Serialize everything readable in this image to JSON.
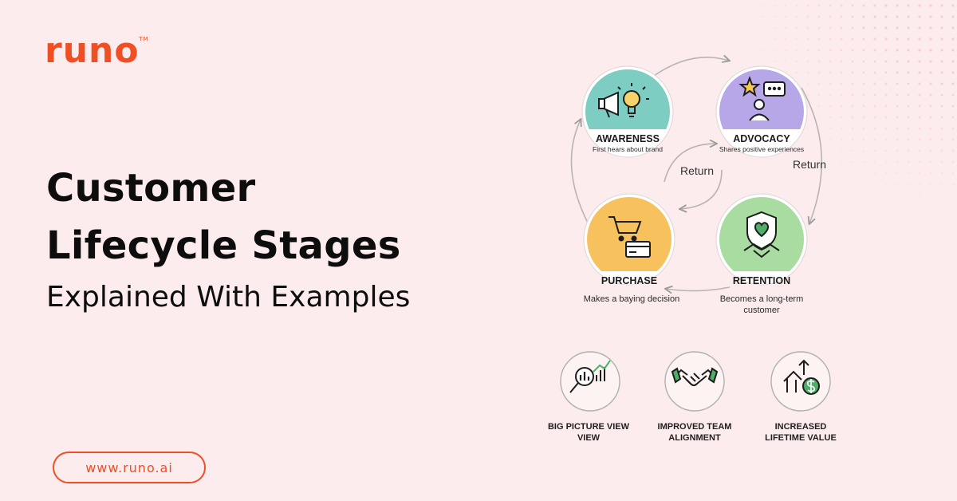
{
  "brand": {
    "logo_text": "runo",
    "trademark": "TM",
    "url": "www.runo.ai",
    "accent_color": "#f04e23"
  },
  "headline": {
    "line1": "Customer",
    "line2": "Lifecycle Stages",
    "line3": "Explained With Examples"
  },
  "diagram": {
    "stages": [
      {
        "key": "awareness",
        "title": "AWARENESS",
        "desc": "First hears about brand",
        "color": "#7ecdc3",
        "icon": "megaphone-lightbulb-icon"
      },
      {
        "key": "advocacy",
        "title": "ADVOCACY",
        "desc": "Shares positive experiences",
        "color": "#b7a6e8",
        "icon": "star-person-chat-icon"
      },
      {
        "key": "purchase",
        "title": "PURCHASE",
        "desc": "Makes a baying decision",
        "color": "#f7c25e",
        "icon": "cart-card-icon"
      },
      {
        "key": "retention",
        "title": "RETENTION",
        "desc_line1": "Becomes a long-term",
        "desc_line2": "customer",
        "color": "#a8dca0",
        "icon": "shield-heart-handshake-icon"
      }
    ],
    "return_inner": "Return",
    "return_outer": "Return"
  },
  "benefits": [
    {
      "label_line1": "BIG PICTURE VIEW",
      "label_line2": "VIEW",
      "icon": "magnifier-chart-icon"
    },
    {
      "label_line1": "IMPROVED TEAM",
      "label_line2": "ALIGNMENT",
      "icon": "handshake-icon"
    },
    {
      "label_line1": "INCREASED",
      "label_line2": "LIFETIME VALUE",
      "icon": "house-dollar-growth-icon"
    }
  ]
}
